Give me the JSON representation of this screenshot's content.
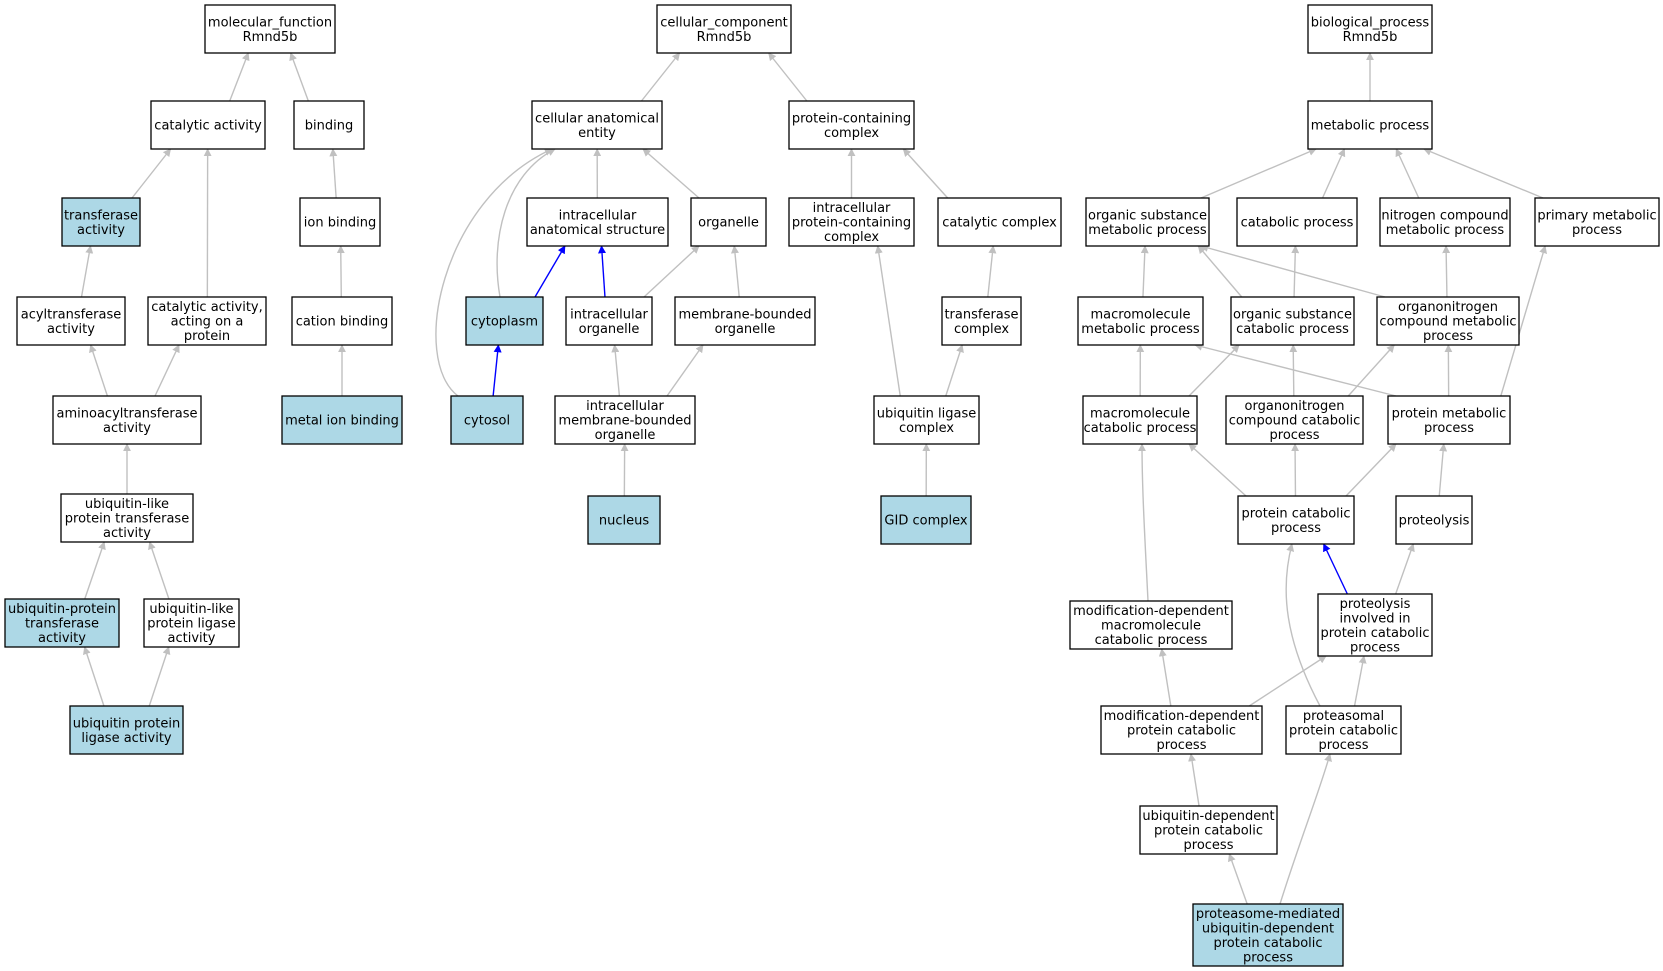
{
  "colors": {
    "node_fill": "#ffffff",
    "node_highlight_fill": "#add8e6",
    "node_stroke": "#000000",
    "edge_gray": "#c0c0c0",
    "edge_blue": "#0000ff"
  },
  "graph": {
    "nodes": [
      {
        "id": "mf",
        "label": [
          "molecular_function",
          "Rmnd5b"
        ],
        "highlight": false
      },
      {
        "id": "catact",
        "label": [
          "catalytic activity"
        ],
        "highlight": false
      },
      {
        "id": "binding",
        "label": [
          "binding"
        ],
        "highlight": false
      },
      {
        "id": "transferase",
        "label": [
          "transferase",
          "activity"
        ],
        "highlight": true
      },
      {
        "id": "ionbind",
        "label": [
          "ion binding"
        ],
        "highlight": false
      },
      {
        "id": "acyltrans",
        "label": [
          "acyltransferase",
          "activity"
        ],
        "highlight": false
      },
      {
        "id": "catprot",
        "label": [
          "catalytic activity,",
          "acting on a",
          "protein"
        ],
        "highlight": false
      },
      {
        "id": "cationbind",
        "label": [
          "cation binding"
        ],
        "highlight": false
      },
      {
        "id": "aminoacyl",
        "label": [
          "aminoacyltransferase",
          "activity"
        ],
        "highlight": false
      },
      {
        "id": "metalion",
        "label": [
          "metal ion binding"
        ],
        "highlight": true
      },
      {
        "id": "ubl_trans",
        "label": [
          "ubiquitin-like",
          "protein transferase",
          "activity"
        ],
        "highlight": false
      },
      {
        "id": "ub_trans",
        "label": [
          "ubiquitin-protein",
          "transferase",
          "activity"
        ],
        "highlight": true
      },
      {
        "id": "ubl_ligase",
        "label": [
          "ubiquitin-like",
          "protein ligase",
          "activity"
        ],
        "highlight": false
      },
      {
        "id": "ub_ligase",
        "label": [
          "ubiquitin protein",
          "ligase activity"
        ],
        "highlight": true
      },
      {
        "id": "cc",
        "label": [
          "cellular_component",
          "Rmnd5b"
        ],
        "highlight": false
      },
      {
        "id": "cae",
        "label": [
          "cellular anatomical",
          "entity"
        ],
        "highlight": false
      },
      {
        "id": "pcc",
        "label": [
          "protein-containing",
          "complex"
        ],
        "highlight": false
      },
      {
        "id": "ias",
        "label": [
          "intracellular",
          "anatomical structure"
        ],
        "highlight": false
      },
      {
        "id": "organelle",
        "label": [
          "organelle"
        ],
        "highlight": false
      },
      {
        "id": "ipcc",
        "label": [
          "intracellular",
          "protein-containing",
          "complex"
        ],
        "highlight": false
      },
      {
        "id": "catcomplex",
        "label": [
          "catalytic complex"
        ],
        "highlight": false
      },
      {
        "id": "cytoplasm",
        "label": [
          "cytoplasm"
        ],
        "highlight": true
      },
      {
        "id": "iorg",
        "label": [
          "intracellular",
          "organelle"
        ],
        "highlight": false
      },
      {
        "id": "mbo",
        "label": [
          "membrane-bounded",
          "organelle"
        ],
        "highlight": false
      },
      {
        "id": "transcomplex",
        "label": [
          "transferase",
          "complex"
        ],
        "highlight": false
      },
      {
        "id": "cytosol",
        "label": [
          "cytosol"
        ],
        "highlight": true
      },
      {
        "id": "imbo",
        "label": [
          "intracellular",
          "membrane-bounded",
          "organelle"
        ],
        "highlight": false
      },
      {
        "id": "ubligcomplex",
        "label": [
          "ubiquitin ligase",
          "complex"
        ],
        "highlight": false
      },
      {
        "id": "nucleus",
        "label": [
          "nucleus"
        ],
        "highlight": true
      },
      {
        "id": "gid",
        "label": [
          "GID complex"
        ],
        "highlight": true
      },
      {
        "id": "bp",
        "label": [
          "biological_process",
          "Rmnd5b"
        ],
        "highlight": false
      },
      {
        "id": "metab",
        "label": [
          "metabolic process"
        ],
        "highlight": false
      },
      {
        "id": "osmp",
        "label": [
          "organic substance",
          "metabolic process"
        ],
        "highlight": false
      },
      {
        "id": "catab",
        "label": [
          "catabolic process"
        ],
        "highlight": false
      },
      {
        "id": "ncmp",
        "label": [
          "nitrogen compound",
          "metabolic process"
        ],
        "highlight": false
      },
      {
        "id": "pmp",
        "label": [
          "primary metabolic",
          "process"
        ],
        "highlight": false
      },
      {
        "id": "mmp",
        "label": [
          "macromolecule",
          "metabolic process"
        ],
        "highlight": false
      },
      {
        "id": "oscp",
        "label": [
          "organic substance",
          "catabolic process"
        ],
        "highlight": false
      },
      {
        "id": "oncmp",
        "label": [
          "organonitrogen",
          "compound metabolic",
          "process"
        ],
        "highlight": false
      },
      {
        "id": "mcp",
        "label": [
          "macromolecule",
          "catabolic process"
        ],
        "highlight": false
      },
      {
        "id": "onccp",
        "label": [
          "organonitrogen",
          "compound catabolic",
          "process"
        ],
        "highlight": false
      },
      {
        "id": "protmp",
        "label": [
          "protein metabolic",
          "process"
        ],
        "highlight": false
      },
      {
        "id": "protcp",
        "label": [
          "protein catabolic",
          "process"
        ],
        "highlight": false
      },
      {
        "id": "proteolysis",
        "label": [
          "proteolysis"
        ],
        "highlight": false
      },
      {
        "id": "mdmcp",
        "label": [
          "modification-dependent",
          "macromolecule",
          "catabolic process"
        ],
        "highlight": false
      },
      {
        "id": "pipcp",
        "label": [
          "proteolysis",
          "involved in",
          "protein catabolic",
          "process"
        ],
        "highlight": false
      },
      {
        "id": "mdpcp",
        "label": [
          "modification-dependent",
          "protein catabolic",
          "process"
        ],
        "highlight": false
      },
      {
        "id": "proteasomal",
        "label": [
          "proteasomal",
          "protein catabolic",
          "process"
        ],
        "highlight": false
      },
      {
        "id": "udpcp",
        "label": [
          "ubiquitin-dependent",
          "protein catabolic",
          "process"
        ],
        "highlight": false
      },
      {
        "id": "pmudpcp",
        "label": [
          "proteasome-mediated",
          "ubiquitin-dependent",
          "protein catabolic",
          "process"
        ],
        "highlight": true
      }
    ],
    "edges": [
      {
        "from": "catact",
        "to": "mf",
        "color": "gray"
      },
      {
        "from": "binding",
        "to": "mf",
        "color": "gray"
      },
      {
        "from": "transferase",
        "to": "catact",
        "color": "gray"
      },
      {
        "from": "catprot",
        "to": "catact",
        "color": "gray"
      },
      {
        "from": "ionbind",
        "to": "binding",
        "color": "gray"
      },
      {
        "from": "acyltrans",
        "to": "transferase",
        "color": "gray"
      },
      {
        "from": "cationbind",
        "to": "ionbind",
        "color": "gray"
      },
      {
        "from": "aminoacyl",
        "to": "acyltrans",
        "color": "gray"
      },
      {
        "from": "aminoacyl",
        "to": "catprot",
        "color": "gray"
      },
      {
        "from": "metalion",
        "to": "cationbind",
        "color": "gray"
      },
      {
        "from": "ubl_trans",
        "to": "aminoacyl",
        "color": "gray"
      },
      {
        "from": "ub_trans",
        "to": "ubl_trans",
        "color": "gray"
      },
      {
        "from": "ubl_ligase",
        "to": "ubl_trans",
        "color": "gray"
      },
      {
        "from": "ub_ligase",
        "to": "ub_trans",
        "color": "gray"
      },
      {
        "from": "ub_ligase",
        "to": "ubl_ligase",
        "color": "gray"
      },
      {
        "from": "cae",
        "to": "cc",
        "color": "gray"
      },
      {
        "from": "pcc",
        "to": "cc",
        "color": "gray"
      },
      {
        "from": "ias",
        "to": "cae",
        "color": "gray"
      },
      {
        "from": "organelle",
        "to": "cae",
        "color": "gray"
      },
      {
        "from": "cytoplasm",
        "to": "cae",
        "color": "gray"
      },
      {
        "from": "cytosol",
        "to": "cae",
        "color": "gray"
      },
      {
        "from": "ipcc",
        "to": "pcc",
        "color": "gray"
      },
      {
        "from": "catcomplex",
        "to": "pcc",
        "color": "gray"
      },
      {
        "from": "cytoplasm",
        "to": "ias",
        "color": "blue"
      },
      {
        "from": "iorg",
        "to": "ias",
        "color": "blue"
      },
      {
        "from": "iorg",
        "to": "organelle",
        "color": "gray"
      },
      {
        "from": "mbo",
        "to": "organelle",
        "color": "gray"
      },
      {
        "from": "cytosol",
        "to": "cytoplasm",
        "color": "blue"
      },
      {
        "from": "imbo",
        "to": "iorg",
        "color": "gray"
      },
      {
        "from": "imbo",
        "to": "mbo",
        "color": "gray"
      },
      {
        "from": "nucleus",
        "to": "imbo",
        "color": "gray"
      },
      {
        "from": "transcomplex",
        "to": "catcomplex",
        "color": "gray"
      },
      {
        "from": "ubligcomplex",
        "to": "transcomplex",
        "color": "gray"
      },
      {
        "from": "ubligcomplex",
        "to": "ipcc",
        "color": "gray"
      },
      {
        "from": "gid",
        "to": "ubligcomplex",
        "color": "gray"
      },
      {
        "from": "metab",
        "to": "bp",
        "color": "gray"
      },
      {
        "from": "osmp",
        "to": "metab",
        "color": "gray"
      },
      {
        "from": "catab",
        "to": "metab",
        "color": "gray"
      },
      {
        "from": "ncmp",
        "to": "metab",
        "color": "gray"
      },
      {
        "from": "pmp",
        "to": "metab",
        "color": "gray"
      },
      {
        "from": "mmp",
        "to": "osmp",
        "color": "gray"
      },
      {
        "from": "oscp",
        "to": "osmp",
        "color": "gray"
      },
      {
        "from": "oncmp",
        "to": "osmp",
        "color": "gray"
      },
      {
        "from": "oscp",
        "to": "catab",
        "color": "gray"
      },
      {
        "from": "oncmp",
        "to": "ncmp",
        "color": "gray"
      },
      {
        "from": "protmp",
        "to": "pmp",
        "color": "gray"
      },
      {
        "from": "mcp",
        "to": "mmp",
        "color": "gray"
      },
      {
        "from": "protmp",
        "to": "mmp",
        "color": "gray"
      },
      {
        "from": "mcp",
        "to": "oscp",
        "color": "gray"
      },
      {
        "from": "onccp",
        "to": "oscp",
        "color": "gray"
      },
      {
        "from": "onccp",
        "to": "oncmp",
        "color": "gray"
      },
      {
        "from": "protmp",
        "to": "oncmp",
        "color": "gray"
      },
      {
        "from": "protcp",
        "to": "mcp",
        "color": "gray"
      },
      {
        "from": "protcp",
        "to": "onccp",
        "color": "gray"
      },
      {
        "from": "protcp",
        "to": "protmp",
        "color": "gray"
      },
      {
        "from": "proteolysis",
        "to": "protmp",
        "color": "gray"
      },
      {
        "from": "pipcp",
        "to": "protcp",
        "color": "blue"
      },
      {
        "from": "pipcp",
        "to": "proteolysis",
        "color": "gray"
      },
      {
        "from": "mdmcp",
        "to": "mcp",
        "color": "gray"
      },
      {
        "from": "mdpcp",
        "to": "mdmcp",
        "color": "gray"
      },
      {
        "from": "mdpcp",
        "to": "pipcp",
        "color": "gray"
      },
      {
        "from": "proteasomal",
        "to": "pipcp",
        "color": "gray"
      },
      {
        "from": "proteasomal",
        "to": "protcp",
        "color": "gray"
      },
      {
        "from": "udpcp",
        "to": "mdpcp",
        "color": "gray"
      },
      {
        "from": "pmudpcp",
        "to": "udpcp",
        "color": "gray"
      },
      {
        "from": "pmudpcp",
        "to": "proteasomal",
        "color": "gray"
      }
    ]
  }
}
